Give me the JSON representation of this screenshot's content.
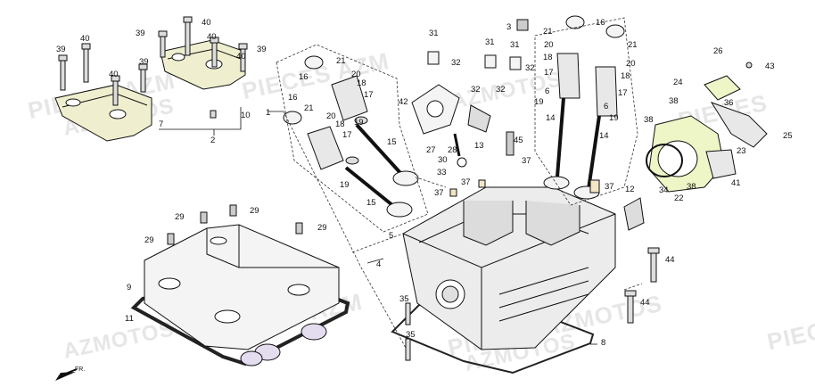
{
  "watermark": {
    "line1": "PIECES",
    "line2": "AZMOTOS",
    "fragments": [
      "PIECES AZM",
      "AZMOTOS",
      "PIECES AZM",
      "AZMOTOS",
      "PIECES",
      "PIECES AZM",
      "AZMOTOS",
      "PIECES AZMOTOS",
      "AZMOTOS",
      "PIECE"
    ]
  },
  "direction": {
    "label": "FR."
  },
  "parts": [
    {
      "n": "1"
    },
    {
      "n": "2"
    },
    {
      "n": "3"
    },
    {
      "n": "4"
    },
    {
      "n": "5"
    },
    {
      "n": "6"
    },
    {
      "n": "7"
    },
    {
      "n": "8"
    },
    {
      "n": "9"
    },
    {
      "n": "10"
    },
    {
      "n": "11"
    },
    {
      "n": "12"
    },
    {
      "n": "13"
    },
    {
      "n": "14"
    },
    {
      "n": "15"
    },
    {
      "n": "16"
    },
    {
      "n": "17"
    },
    {
      "n": "18"
    },
    {
      "n": "19"
    },
    {
      "n": "20"
    },
    {
      "n": "21"
    },
    {
      "n": "22"
    },
    {
      "n": "23"
    },
    {
      "n": "24"
    },
    {
      "n": "25"
    },
    {
      "n": "26"
    },
    {
      "n": "27"
    },
    {
      "n": "28"
    },
    {
      "n": "29"
    },
    {
      "n": "30"
    },
    {
      "n": "31"
    },
    {
      "n": "32"
    },
    {
      "n": "33"
    },
    {
      "n": "34"
    },
    {
      "n": "35"
    },
    {
      "n": "36"
    },
    {
      "n": "37"
    },
    {
      "n": "38"
    },
    {
      "n": "39"
    },
    {
      "n": "40"
    },
    {
      "n": "41"
    },
    {
      "n": "42"
    },
    {
      "n": "43"
    },
    {
      "n": "44"
    },
    {
      "n": "45"
    }
  ],
  "colors": {
    "line": "#111111",
    "part_fill": "#f4f4f4",
    "rocker_fill": "#efefcf",
    "throttle_fill": "#eef5c6",
    "gasket": "#222222",
    "watermark": "#e6e6e6"
  }
}
